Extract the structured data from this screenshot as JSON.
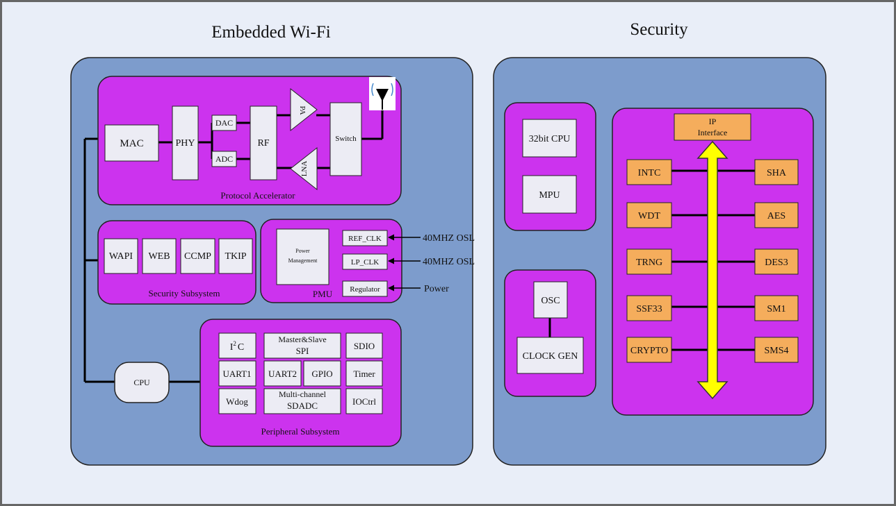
{
  "titles": {
    "wifi": "Embedded Wi-Fi",
    "security": "Security"
  },
  "colors": {
    "background": "#e9eef8",
    "panel": "#7d9ccc",
    "subsystem": "#cc33ee",
    "block": "#ececf4",
    "crypto_block": "#f5ad5c",
    "bus": "#ffff00"
  },
  "protocol_accelerator": {
    "label": "Protocol Accelerator",
    "mac": "MAC",
    "phy": "PHY",
    "dac": "DAC",
    "adc": "ADC",
    "rf": "RF",
    "pa": "PA",
    "lna": "LNA",
    "switch": "Switch",
    "antenna_icon": "antenna-icon"
  },
  "security_subsystem": {
    "label": "Security Subsystem",
    "blocks": [
      "WAPI",
      "WEB",
      "CCMP",
      "TKIP"
    ]
  },
  "pmu": {
    "label": "PMU",
    "power_management": [
      "Power",
      "Management"
    ],
    "ref_clk": "REF_CLK",
    "lp_clk": "LP_CLK",
    "regulator": "Regulator",
    "ref_clk_in": "40MHZ OSL",
    "lp_clk_in": "40MHZ OSL",
    "regulator_in": "Power"
  },
  "cpu": {
    "label": "CPU"
  },
  "peripheral_subsystem": {
    "label": "Peripheral Subsystem",
    "i2c_base": "I",
    "i2c_sup": "2",
    "i2c_tail": "C",
    "spi": [
      "Master&Slave",
      "SPI"
    ],
    "sdio": "SDIO",
    "uart1": "UART1",
    "uart2": "UART2",
    "gpio": "GPIO",
    "timer": "Timer",
    "wdog": "Wdog",
    "sdadc": [
      "Multi-channel",
      "SDADC"
    ],
    "ioctrl": "IOCtrl"
  },
  "security_right": {
    "cpu32": "32bit CPU",
    "mpu": "MPU",
    "osc": "OSC",
    "clock_gen": "CLOCK GEN",
    "ip_interface": [
      "IP",
      "Interface"
    ],
    "left_blocks": [
      "INTC",
      "WDT",
      "TRNG",
      "SSF33",
      "CRYPTO"
    ],
    "right_blocks": [
      "SHA",
      "AES",
      "DES3",
      "SM1",
      "SMS4"
    ]
  }
}
